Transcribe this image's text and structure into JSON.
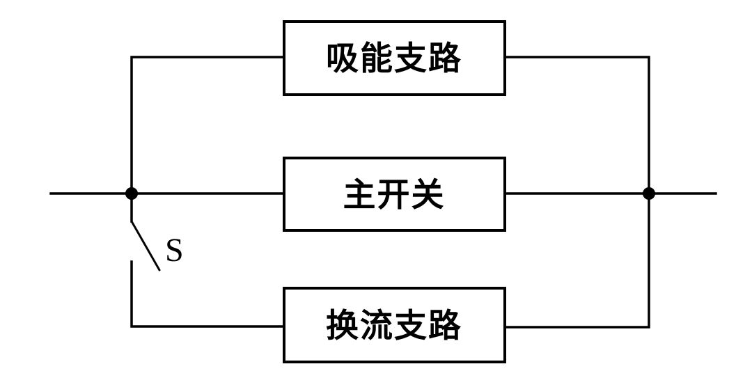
{
  "diagram": {
    "blocks": [
      {
        "label": "吸能支路"
      },
      {
        "label": "主开关"
      },
      {
        "label": "换流支路"
      }
    ],
    "switch": {
      "label": "S",
      "state": "open"
    },
    "colors": {
      "line": "#000000",
      "text": "#000000",
      "background": "#ffffff"
    }
  }
}
